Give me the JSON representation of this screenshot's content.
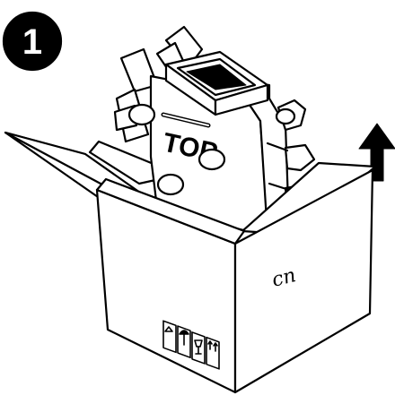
{
  "step": {
    "number": "1"
  },
  "insert": {
    "label": "TOP"
  },
  "box": {
    "handwritten_mark": "cn",
    "labels": [
      {
        "icon": "recycle-icon"
      },
      {
        "icon": "umbrella-keep-dry-icon"
      },
      {
        "icon": "fragile-glass-icon"
      },
      {
        "icon": "this-way-up-arrows-icon"
      }
    ]
  },
  "indicator": {
    "icon": "up-arrow-icon"
  },
  "colors": {
    "ink": "#000000",
    "paper": "#ffffff"
  }
}
